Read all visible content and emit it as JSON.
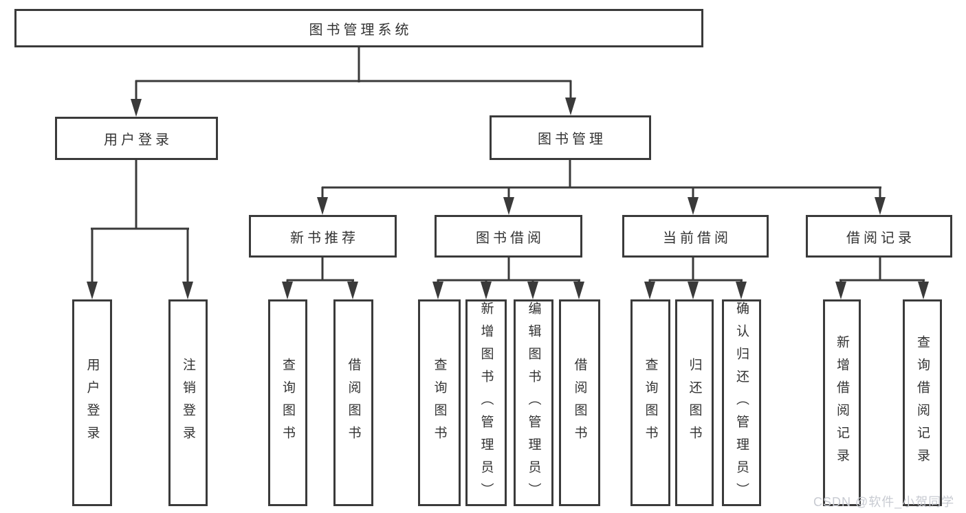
{
  "tree": {
    "root": {
      "label": "图书管理系统"
    },
    "branches": [
      {
        "label": "用户登录",
        "children": [
          {
            "label": "用户登录"
          },
          {
            "label": "注销登录"
          }
        ]
      },
      {
        "label": "图书管理",
        "children": [
          {
            "label": "新书推荐",
            "children": [
              {
                "label": "查询图书"
              },
              {
                "label": "借阅图书"
              }
            ]
          },
          {
            "label": "图书借阅",
            "children": [
              {
                "label": "查询图书"
              },
              {
                "label": "新增图书（管理员）"
              },
              {
                "label": "编辑图书（管理员）"
              },
              {
                "label": "借阅图书"
              }
            ]
          },
          {
            "label": "当前借阅",
            "children": [
              {
                "label": "查询图书"
              },
              {
                "label": "归还图书"
              },
              {
                "label": "确认归还（管理员）"
              }
            ]
          },
          {
            "label": "借阅记录",
            "children": [
              {
                "label": "新增借阅记录"
              },
              {
                "label": "查询借阅记录"
              }
            ]
          }
        ]
      }
    ]
  },
  "watermark": {
    "text": "CSDN @软件_小贺同学"
  },
  "colors": {
    "line": "#3a3a3a",
    "text": "#333333",
    "watermark": "#c8cbd2",
    "bg": "#ffffff"
  }
}
